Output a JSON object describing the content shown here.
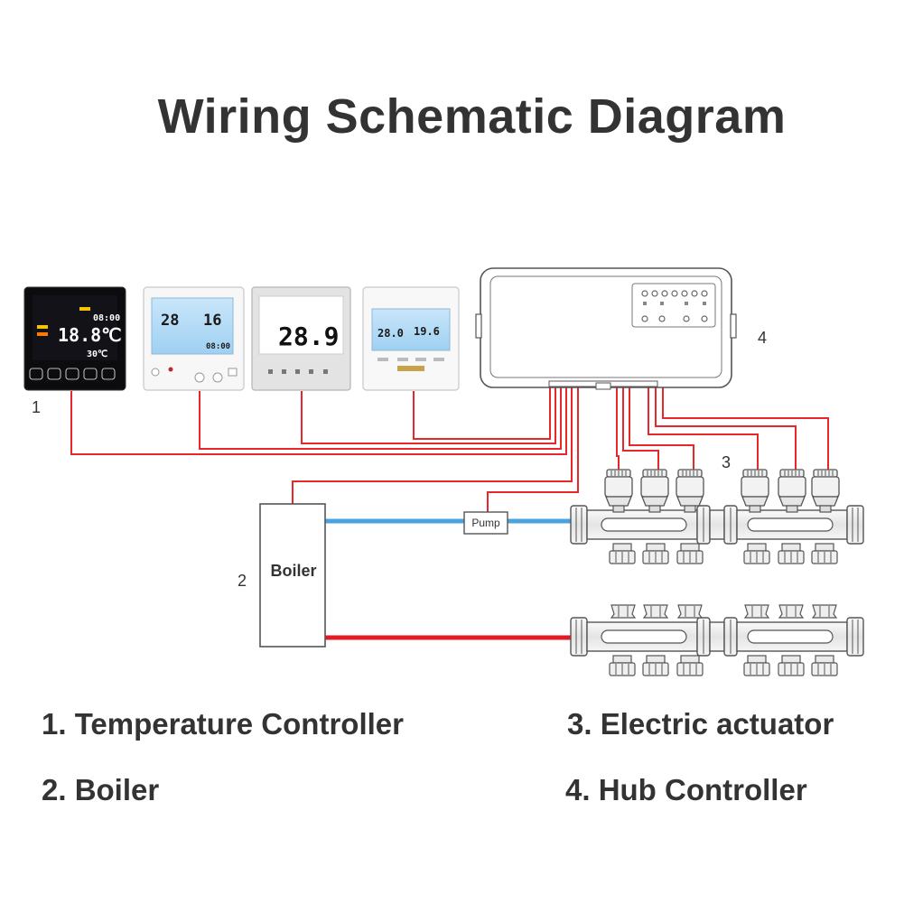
{
  "title": "Wiring Schematic Diagram",
  "markers": {
    "m1": "1",
    "m2": "2",
    "m3": "3",
    "m4": "4"
  },
  "boiler_label": "Boiler",
  "pump_label": "Pump",
  "legend": {
    "item1": "1. Temperature Controller",
    "item2": "2. Boiler",
    "item3": "3. Electric actuator",
    "item4": "4. Hub Controller"
  },
  "thermostats": {
    "t1": {
      "temp": "18.8℃",
      "time": "08:00",
      "room": "30℃"
    },
    "t2": {
      "left": "28",
      "right": "16",
      "time": "08:00"
    },
    "t3": {
      "temp": "28.9"
    },
    "t4": {
      "left": "28.0",
      "right": "19.6"
    }
  },
  "colors": {
    "signal_wire": "#e8272a",
    "hot_pipe": "#e31b23",
    "cold_pipe": "#4aa3df",
    "text": "#333333"
  }
}
